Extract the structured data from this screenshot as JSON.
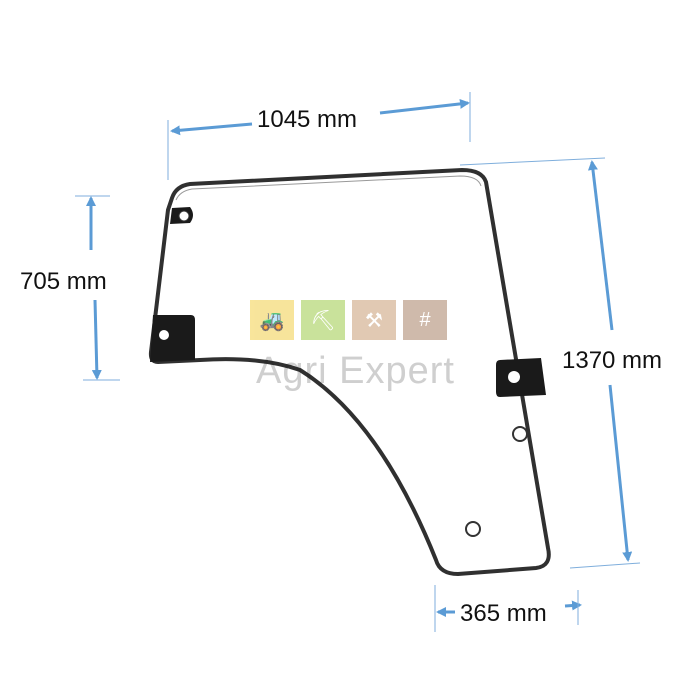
{
  "dimensions": {
    "top_width": "1045 mm",
    "left_height": "705 mm",
    "right_height": "1370 mm",
    "bottom_width": "365 mm"
  },
  "watermark": {
    "brand": "Agri Expert",
    "tiles": [
      {
        "icon": "tractor-icon",
        "color": "#f5dc7a"
      },
      {
        "icon": "wheelbarrow-icon",
        "color": "#b8d97a"
      },
      {
        "icon": "tools-icon",
        "color": "#d8b89a"
      },
      {
        "icon": "fence-icon",
        "color": "#c0a490"
      }
    ]
  },
  "colors": {
    "arrow": "#5b9bd5",
    "frame": "#1a1a1a"
  }
}
